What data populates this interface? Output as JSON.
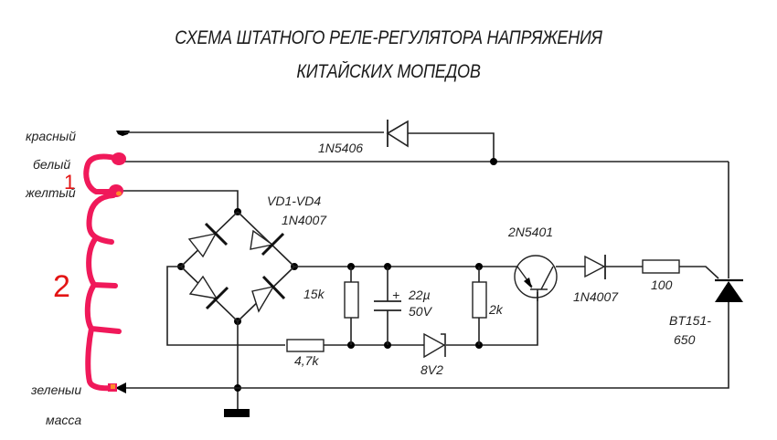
{
  "title": {
    "line1": "СХЕМА ШТАТНОГО РЕЛЕ-РЕГУЛЯТОРА НАПРЯЖЕНИЯ",
    "line2": "КИТАЙСКИХ МОПЕДОВ"
  },
  "wires": {
    "red": "красный",
    "white": "белый",
    "yellow": "желтый",
    "green": "зеленыи",
    "ground": "масса"
  },
  "winding_marks": {
    "section1": "1",
    "section2": "2"
  },
  "components": {
    "diode_top": "1N5406",
    "bridge_name": "VD1-VD4",
    "bridge_part": "1N4007",
    "r1": "15k",
    "capacitor_value": "22µ",
    "capacitor_voltage": "50V",
    "capacitor_polarity": "+",
    "r_bottom": "4,7k",
    "zener": "8V2",
    "r2": "2k",
    "transistor": "2N5401",
    "diode_gate": "1N4007",
    "r_gate": "100",
    "thyristor_line1": "BT151-",
    "thyristor_line2": "650"
  },
  "colors": {
    "coil": "#f0195a",
    "marker_text": "#e31414",
    "wire": "#222222"
  }
}
